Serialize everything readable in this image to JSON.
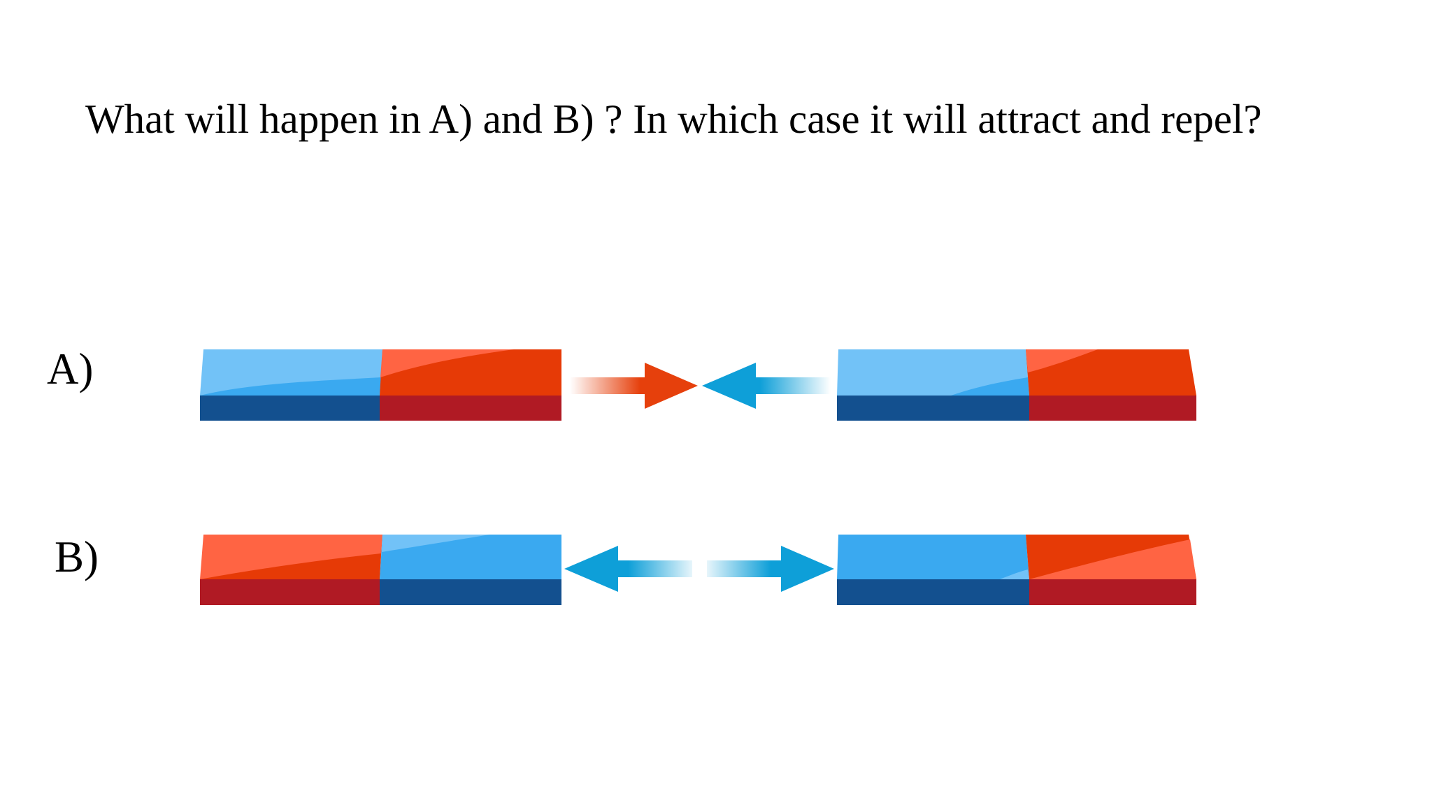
{
  "question": "What will happen in A) and B) ? In which case it will attract and repel?",
  "rows": [
    {
      "label": "A)",
      "left_magnet": [
        "blue",
        "red"
      ],
      "right_magnet": [
        "blue",
        "red"
      ],
      "arrows": "toward-each-other"
    },
    {
      "label": "B)",
      "left_magnet": [
        "red",
        "blue"
      ],
      "right_magnet": [
        "blue",
        "red"
      ],
      "arrows": "away-from-each-other"
    }
  ],
  "colors": {
    "blue_top": "#72c2f7",
    "blue_top_alt": "#3aa9f0",
    "blue_side": "#13508f",
    "red_top": "#e63a06",
    "red_highlight": "#ff6443",
    "red_side": "#b01a24",
    "arrow_red": "#e6400c",
    "arrow_blue": "#0e9fd8"
  }
}
